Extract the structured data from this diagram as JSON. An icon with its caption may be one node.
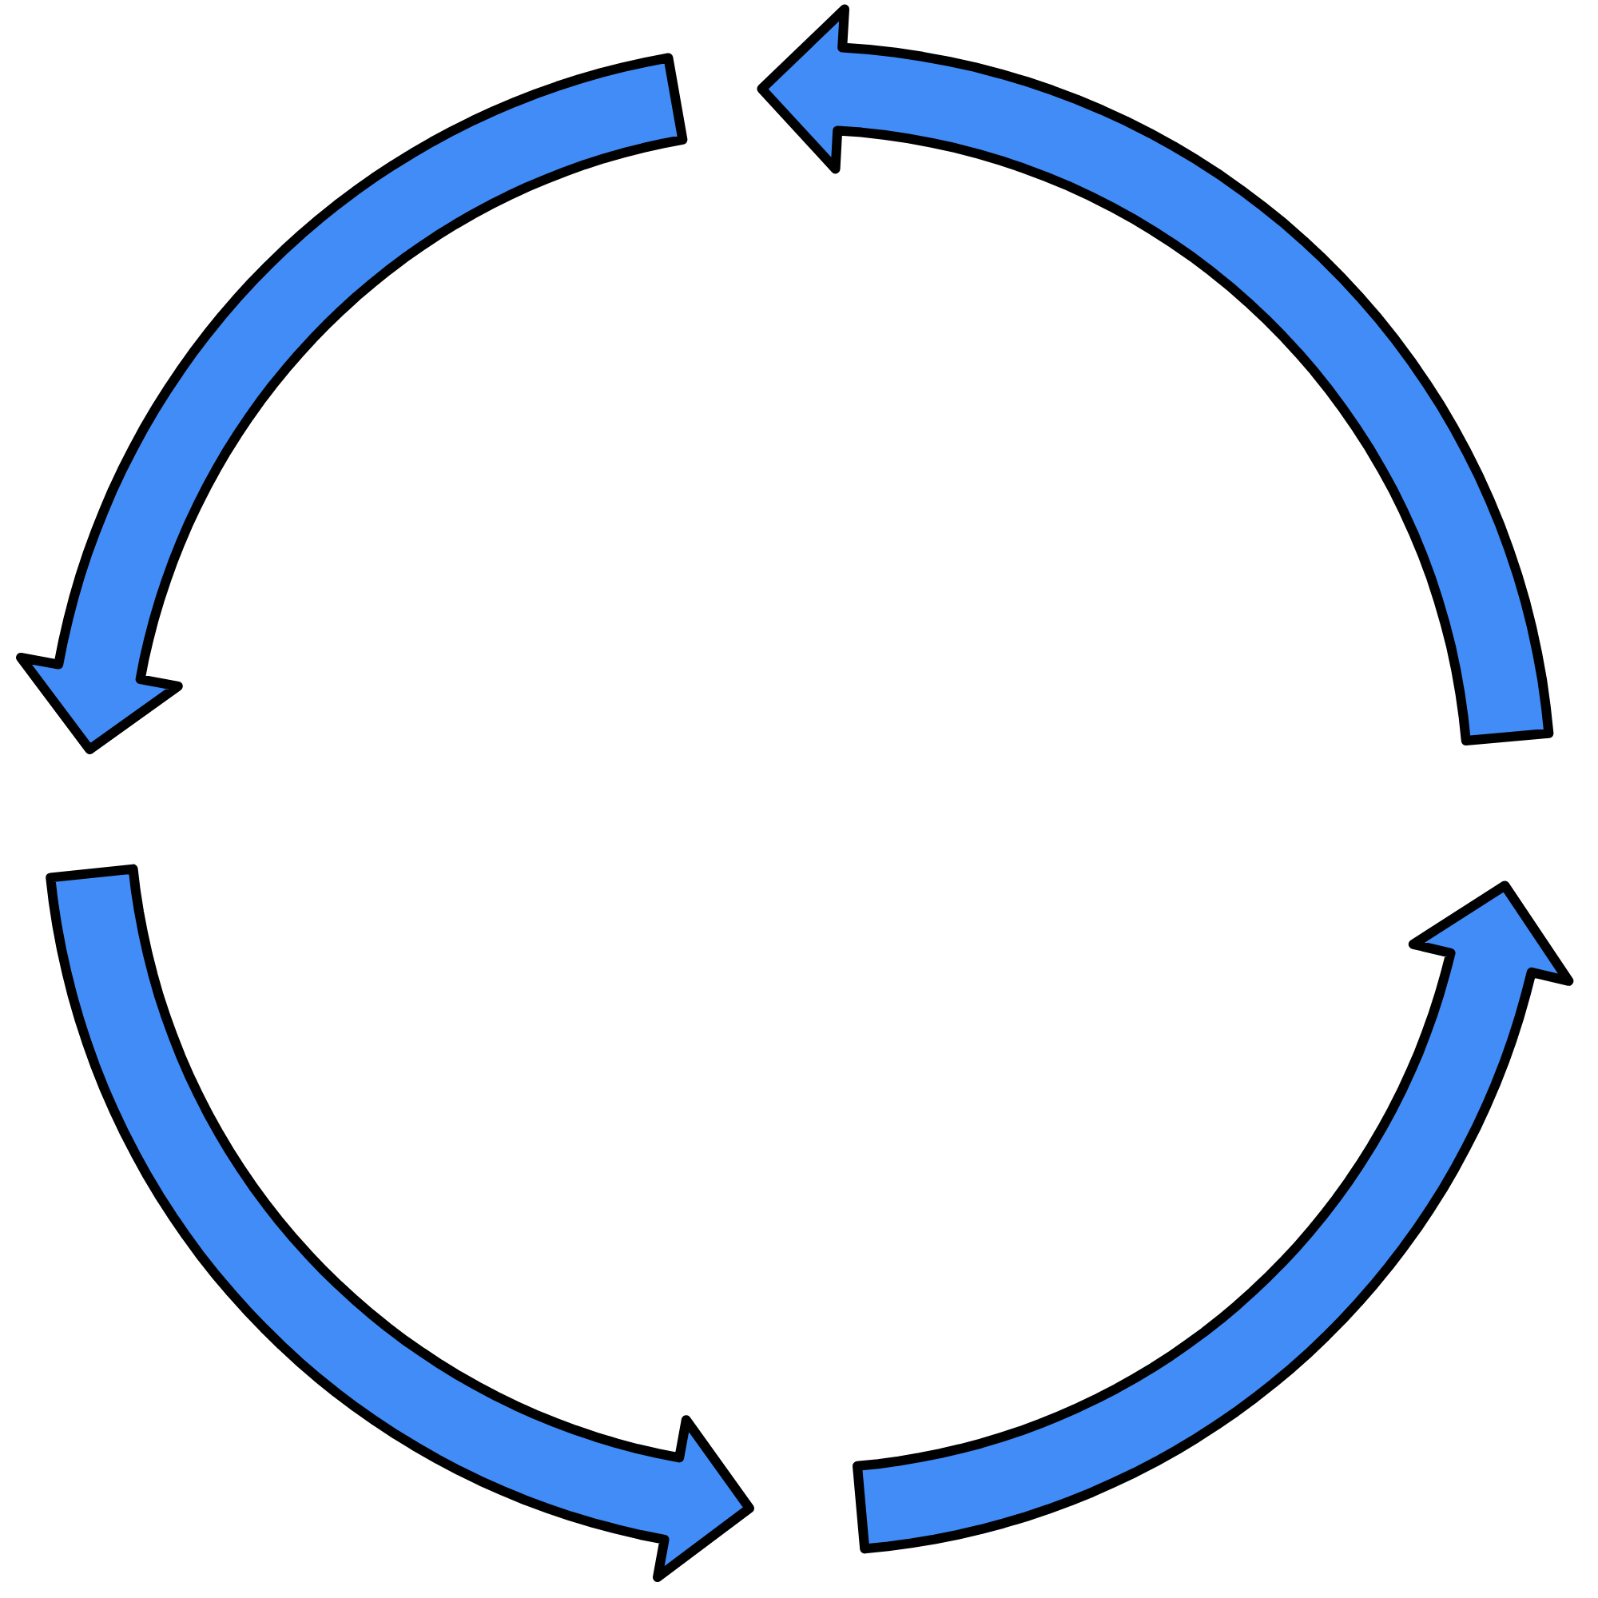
{
  "diagram": {
    "nodes": [
      {
        "text": [],
        "shape": "arrow"
      },
      {
        "text": [],
        "shape": "arrow"
      },
      {
        "text": [],
        "shape": "arrow"
      },
      {
        "text": [],
        "shape": "arrow"
      }
    ]
  }
}
